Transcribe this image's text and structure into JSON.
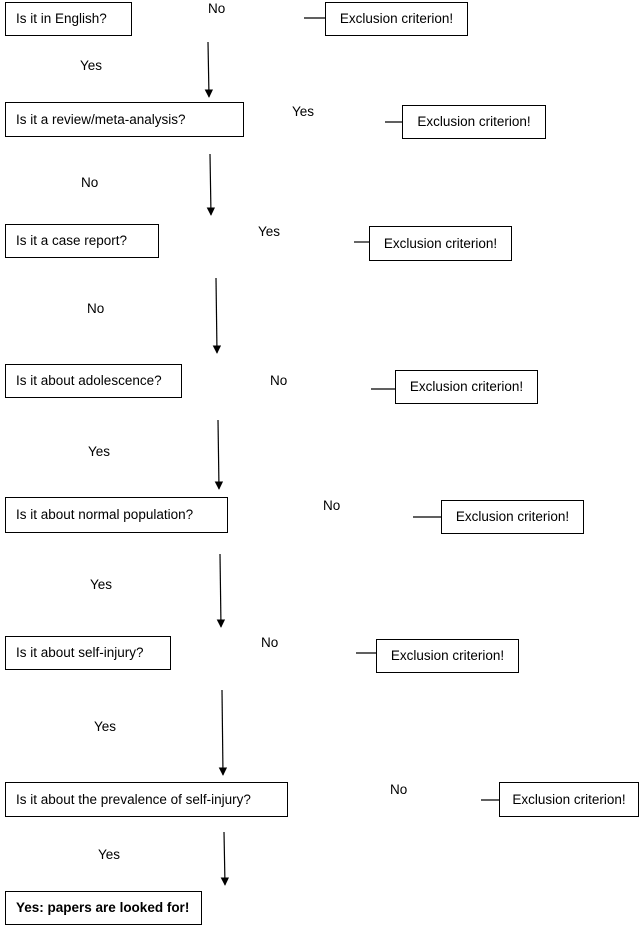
{
  "questions": [
    {
      "text": "Is it in English?",
      "pass_label": "Yes",
      "fail_label": "No"
    },
    {
      "text": "Is it a review/meta-analysis?",
      "pass_label": "No",
      "fail_label": "Yes"
    },
    {
      "text": "Is it a case report?",
      "pass_label": "No",
      "fail_label": "Yes"
    },
    {
      "text": "Is it about adolescence?",
      "pass_label": "Yes",
      "fail_label": "No"
    },
    {
      "text": "Is it about normal population?",
      "pass_label": "Yes",
      "fail_label": "No"
    },
    {
      "text": "Is it about self-injury?",
      "pass_label": "Yes",
      "fail_label": "No"
    },
    {
      "text": "Is it about the prevalence of self-injury?",
      "pass_label": "Yes",
      "fail_label": "No"
    }
  ],
  "exclusion_label": "Exclusion criterion!",
  "final": {
    "text": "Yes: papers are looked for!"
  }
}
